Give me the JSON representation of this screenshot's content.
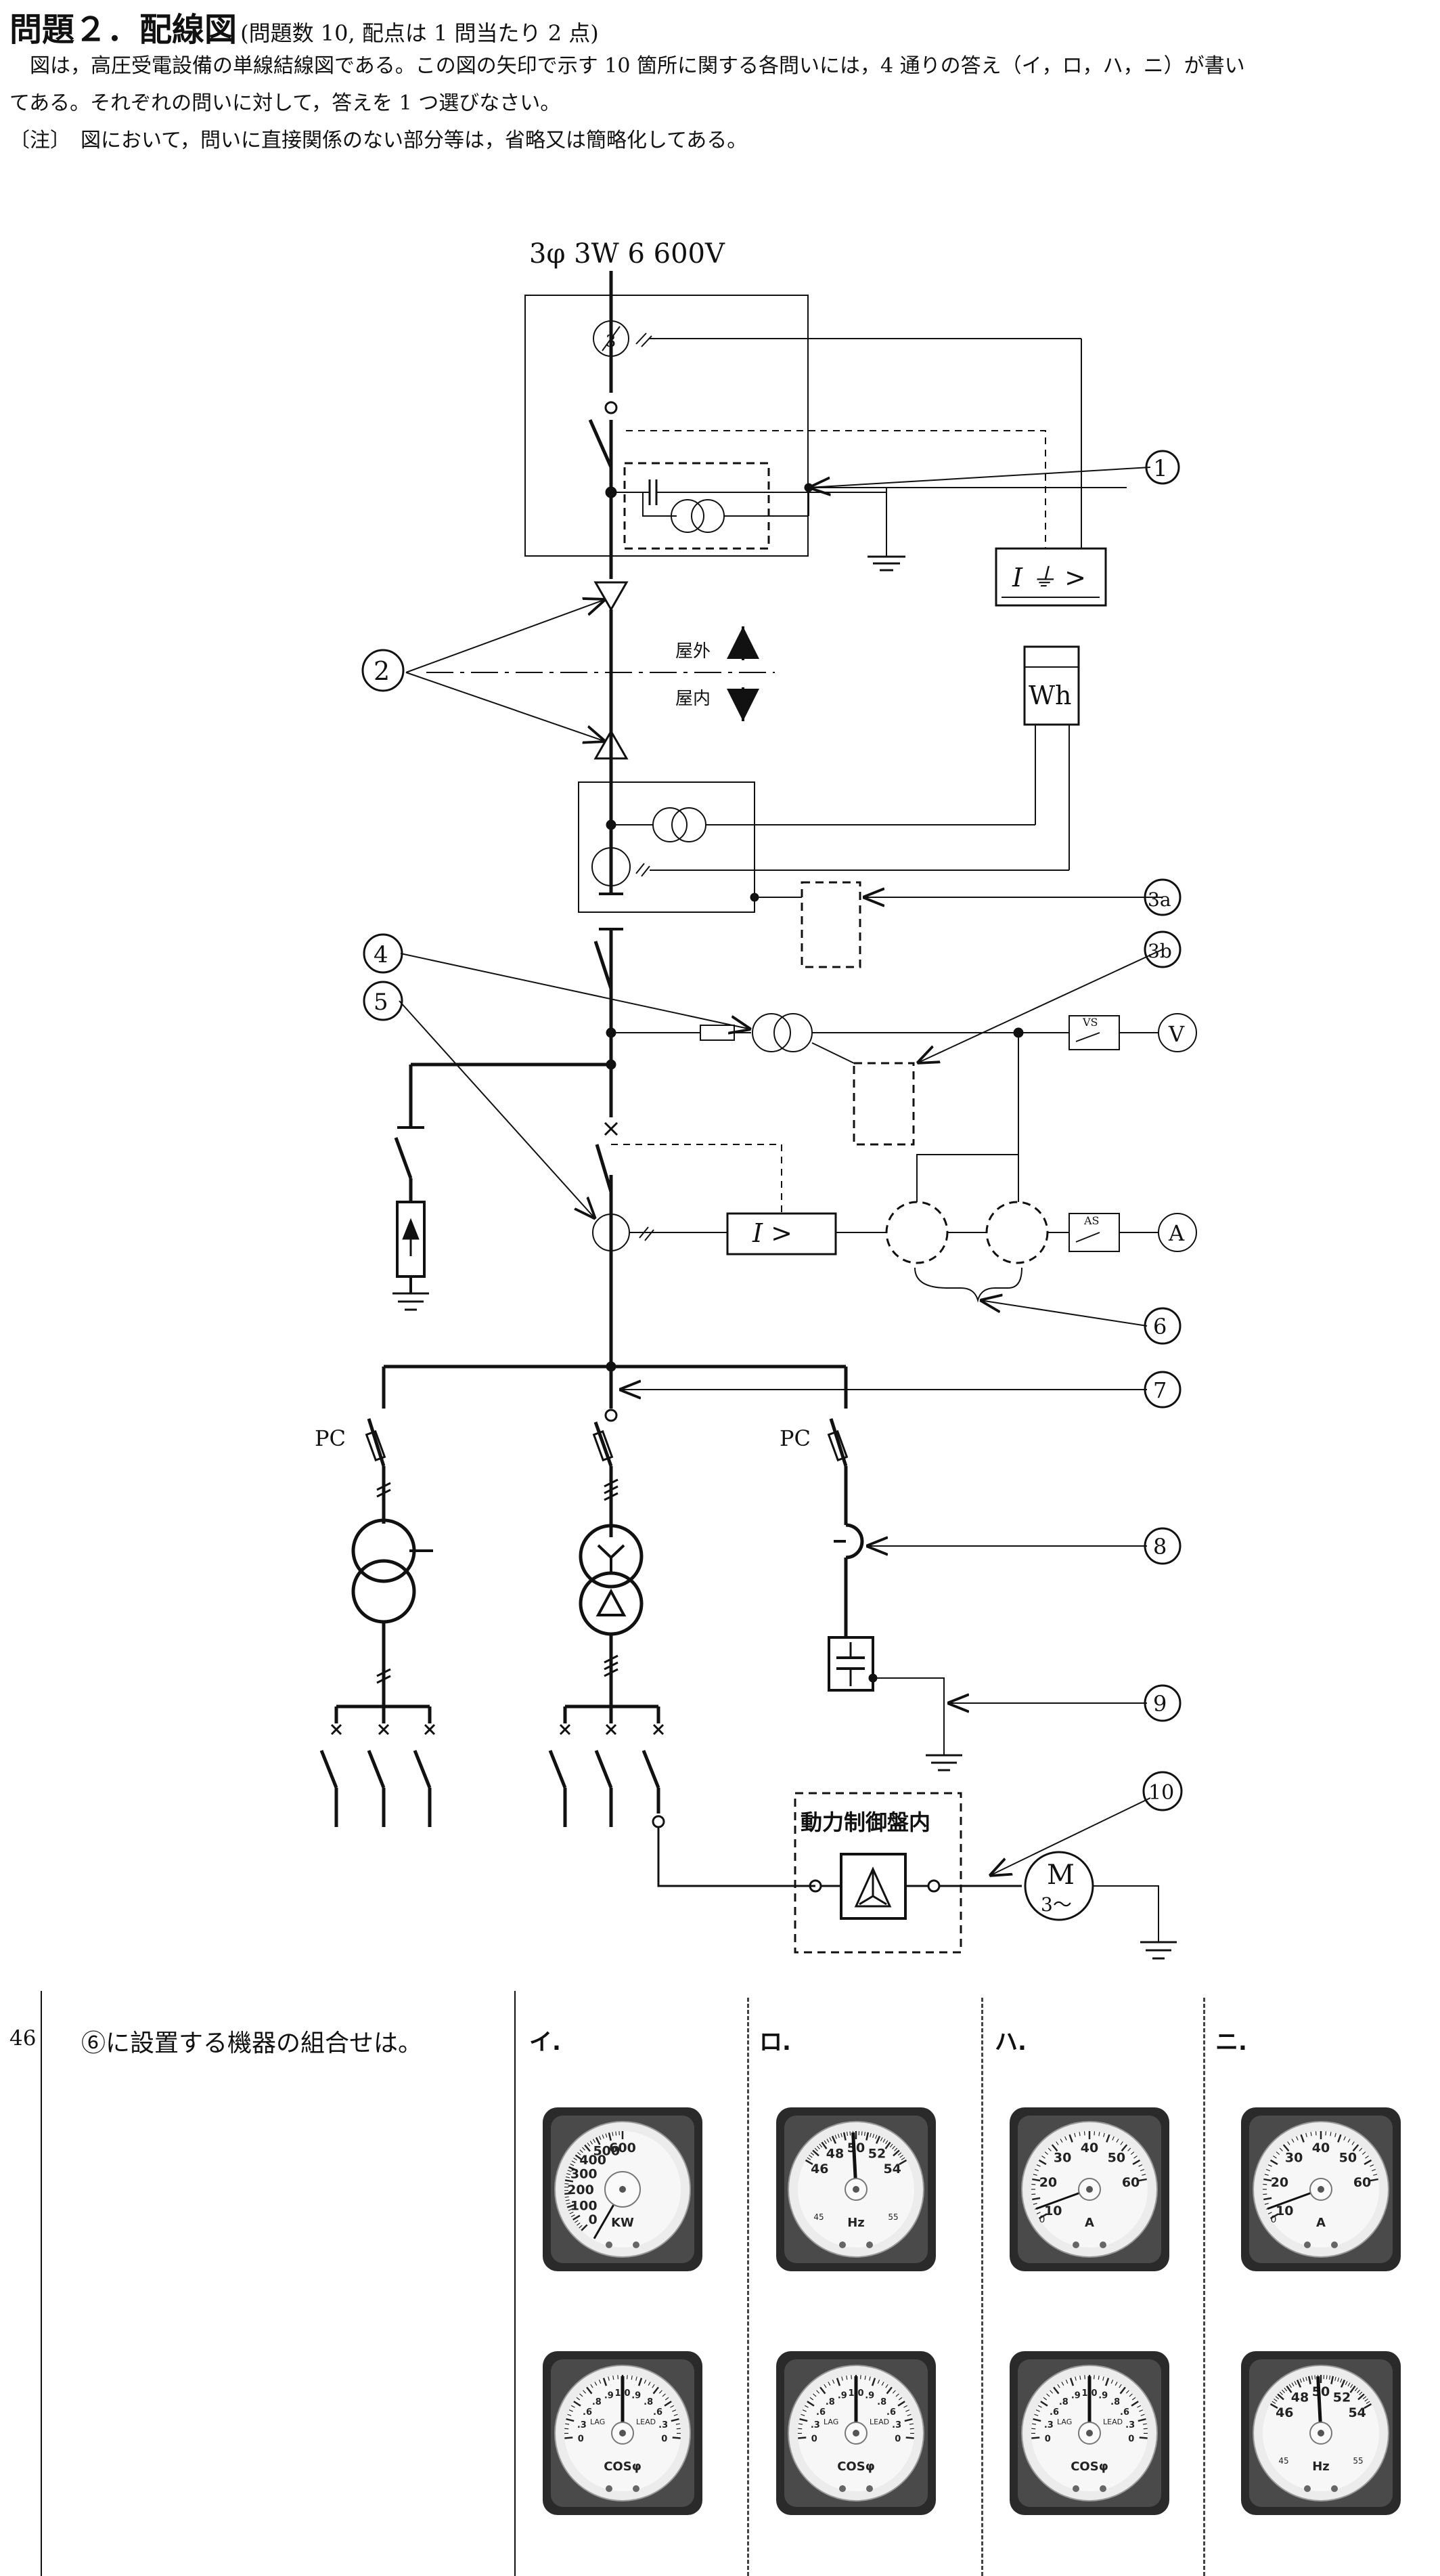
{
  "header": {
    "title": "問題２．配線図",
    "subtitle": "(問題数 10, 配点は 1 問当たり 2 点)",
    "line1": "　図は，高圧受電設備の単線結線図である。この図の矢印で示す 10 箇所に関する各問いには，4 通りの答え（イ，ロ，ハ，ニ）が書い",
    "line2": "てある。それぞれの問いに対して，答えを 1 つ選びなさい。",
    "line3": "〔注〕　図において，問いに直接関係のない部分等は，省略又は簡略化してある。"
  },
  "diagram": {
    "supply_label": "3φ 3W  6 600V",
    "outdoor_label": "屋外",
    "indoor_label": "屋内",
    "watthour_label": "Wh",
    "vs_label": "VS",
    "as_label": "AS",
    "voltmeter_label": "V",
    "ammeter_label": "A",
    "overcurrent_relay_label": "I >",
    "ground_relay_label": "I ⏚ >",
    "pc_label_left": "PC",
    "pc_label_right": "PC",
    "motor_label": "M",
    "motor_phase_label": "3〜",
    "panel_label": "動力制御盤内",
    "callouts": [
      "①",
      "②",
      "3a",
      "④",
      "3b",
      "⑤",
      "⑥",
      "⑦",
      "⑧",
      "⑨",
      "⑩"
    ]
  },
  "question": {
    "number": "46",
    "text": "⑥に設置する機器の組合せは。",
    "options": [
      {
        "label": "イ.",
        "top_meter": "kW",
        "bottom_meter": "cosφ"
      },
      {
        "label": "ロ.",
        "top_meter": "Hz",
        "bottom_meter": "cosφ"
      },
      {
        "label": "ハ.",
        "top_meter": "A",
        "bottom_meter": "cosφ"
      },
      {
        "label": "ニ.",
        "top_meter": "A",
        "bottom_meter": "Hz"
      }
    ]
  },
  "meters": {
    "kw": {
      "ticks": [
        "0",
        "100",
        "200",
        "300",
        "400",
        "500",
        "600"
      ],
      "unit": "KW"
    },
    "hz": {
      "ticks": [
        "46",
        "48",
        "50",
        "52",
        "54"
      ],
      "small": [
        "45",
        "55"
      ],
      "unit": "Hz"
    },
    "amp": {
      "ticks": [
        "10",
        "20",
        "30",
        "40",
        "50",
        "60"
      ],
      "small": [
        "0"
      ],
      "unit": "A"
    },
    "pf": {
      "ticks": [
        "0",
        ".3",
        ".6",
        ".8",
        ".9",
        "1.0",
        ".9",
        ".8",
        ".6",
        ".3",
        "0"
      ],
      "lag": "LAG",
      "lead": "LEAD",
      "unit": "COSφ"
    }
  }
}
